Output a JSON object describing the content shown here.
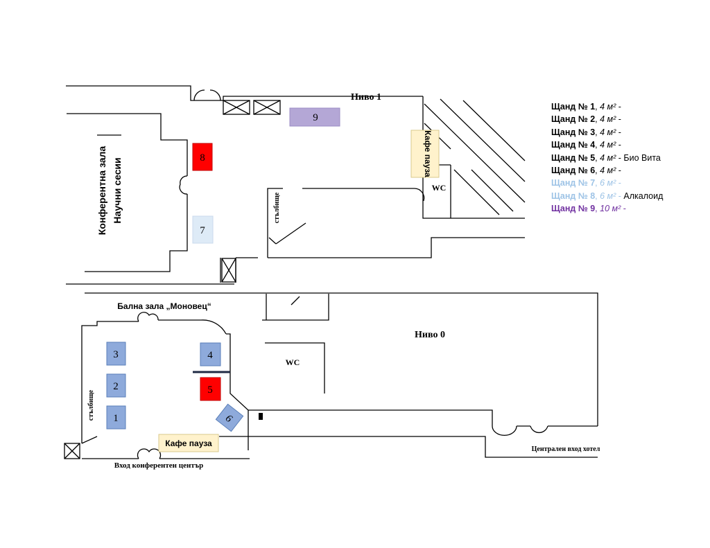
{
  "labels": {
    "level1": "Ниво 1",
    "level0": "Ниво 0",
    "conference_hall_line1": "Конферентна зала",
    "conference_hall_line2": "Научни сесии",
    "coffee_break_upper": "Кафе пауза",
    "coffee_break_lower": "Кафе пауза",
    "wc": "WC",
    "column": "стълбище",
    "ballroom": "Балнa зала „Моновец“",
    "entrance_conference": "Вход конферентен център",
    "entrance_hotel": "Централен вход хотел"
  },
  "stands": [
    {
      "id": "1",
      "color": "#8eaadb"
    },
    {
      "id": "2",
      "color": "#8eaadb"
    },
    {
      "id": "3",
      "color": "#8eaadb"
    },
    {
      "id": "4",
      "color": "#8eaadb"
    },
    {
      "id": "5",
      "color": "#ff0000"
    },
    {
      "id": "6",
      "color": "#8eaadb"
    },
    {
      "id": "7",
      "color": "#deebf7"
    },
    {
      "id": "8",
      "color": "#ff0000"
    },
    {
      "id": "9",
      "color": "#b4a7d6"
    }
  ],
  "legend": [
    {
      "name": "Щанд № 1",
      "area": "4 м²",
      "suffix": " -",
      "company": "",
      "color": "#000000"
    },
    {
      "name": "Щанд № 2",
      "area": "4 м²",
      "suffix": " -",
      "company": "",
      "color": "#000000"
    },
    {
      "name": "Щанд № 3",
      "area": "4 м²",
      "suffix": " -",
      "company": "",
      "color": "#000000"
    },
    {
      "name": "Щанд № 4",
      "area": "4 м²",
      "suffix": " -",
      "company": "",
      "color": "#000000"
    },
    {
      "name": "Щанд № 5",
      "area": "4 м²",
      "suffix": " -",
      "company": " Био Вита",
      "color": "#000000"
    },
    {
      "name": "Щанд № 6",
      "area": "4 м²",
      "suffix": " -",
      "company": "",
      "color": "#000000"
    },
    {
      "name": "Щанд № 7",
      "area": "6 м²",
      "suffix": " -",
      "company": "",
      "color": "#9dc3e6"
    },
    {
      "name": "Щанд № 8",
      "area": "6 м²",
      "suffix": " -",
      "company": " Алкалоид",
      "color": "#9dc3e6"
    },
    {
      "name": "Щанд № 9",
      "area": "10 м²",
      "suffix": " -",
      "company": "",
      "color": "#7030a0"
    }
  ]
}
